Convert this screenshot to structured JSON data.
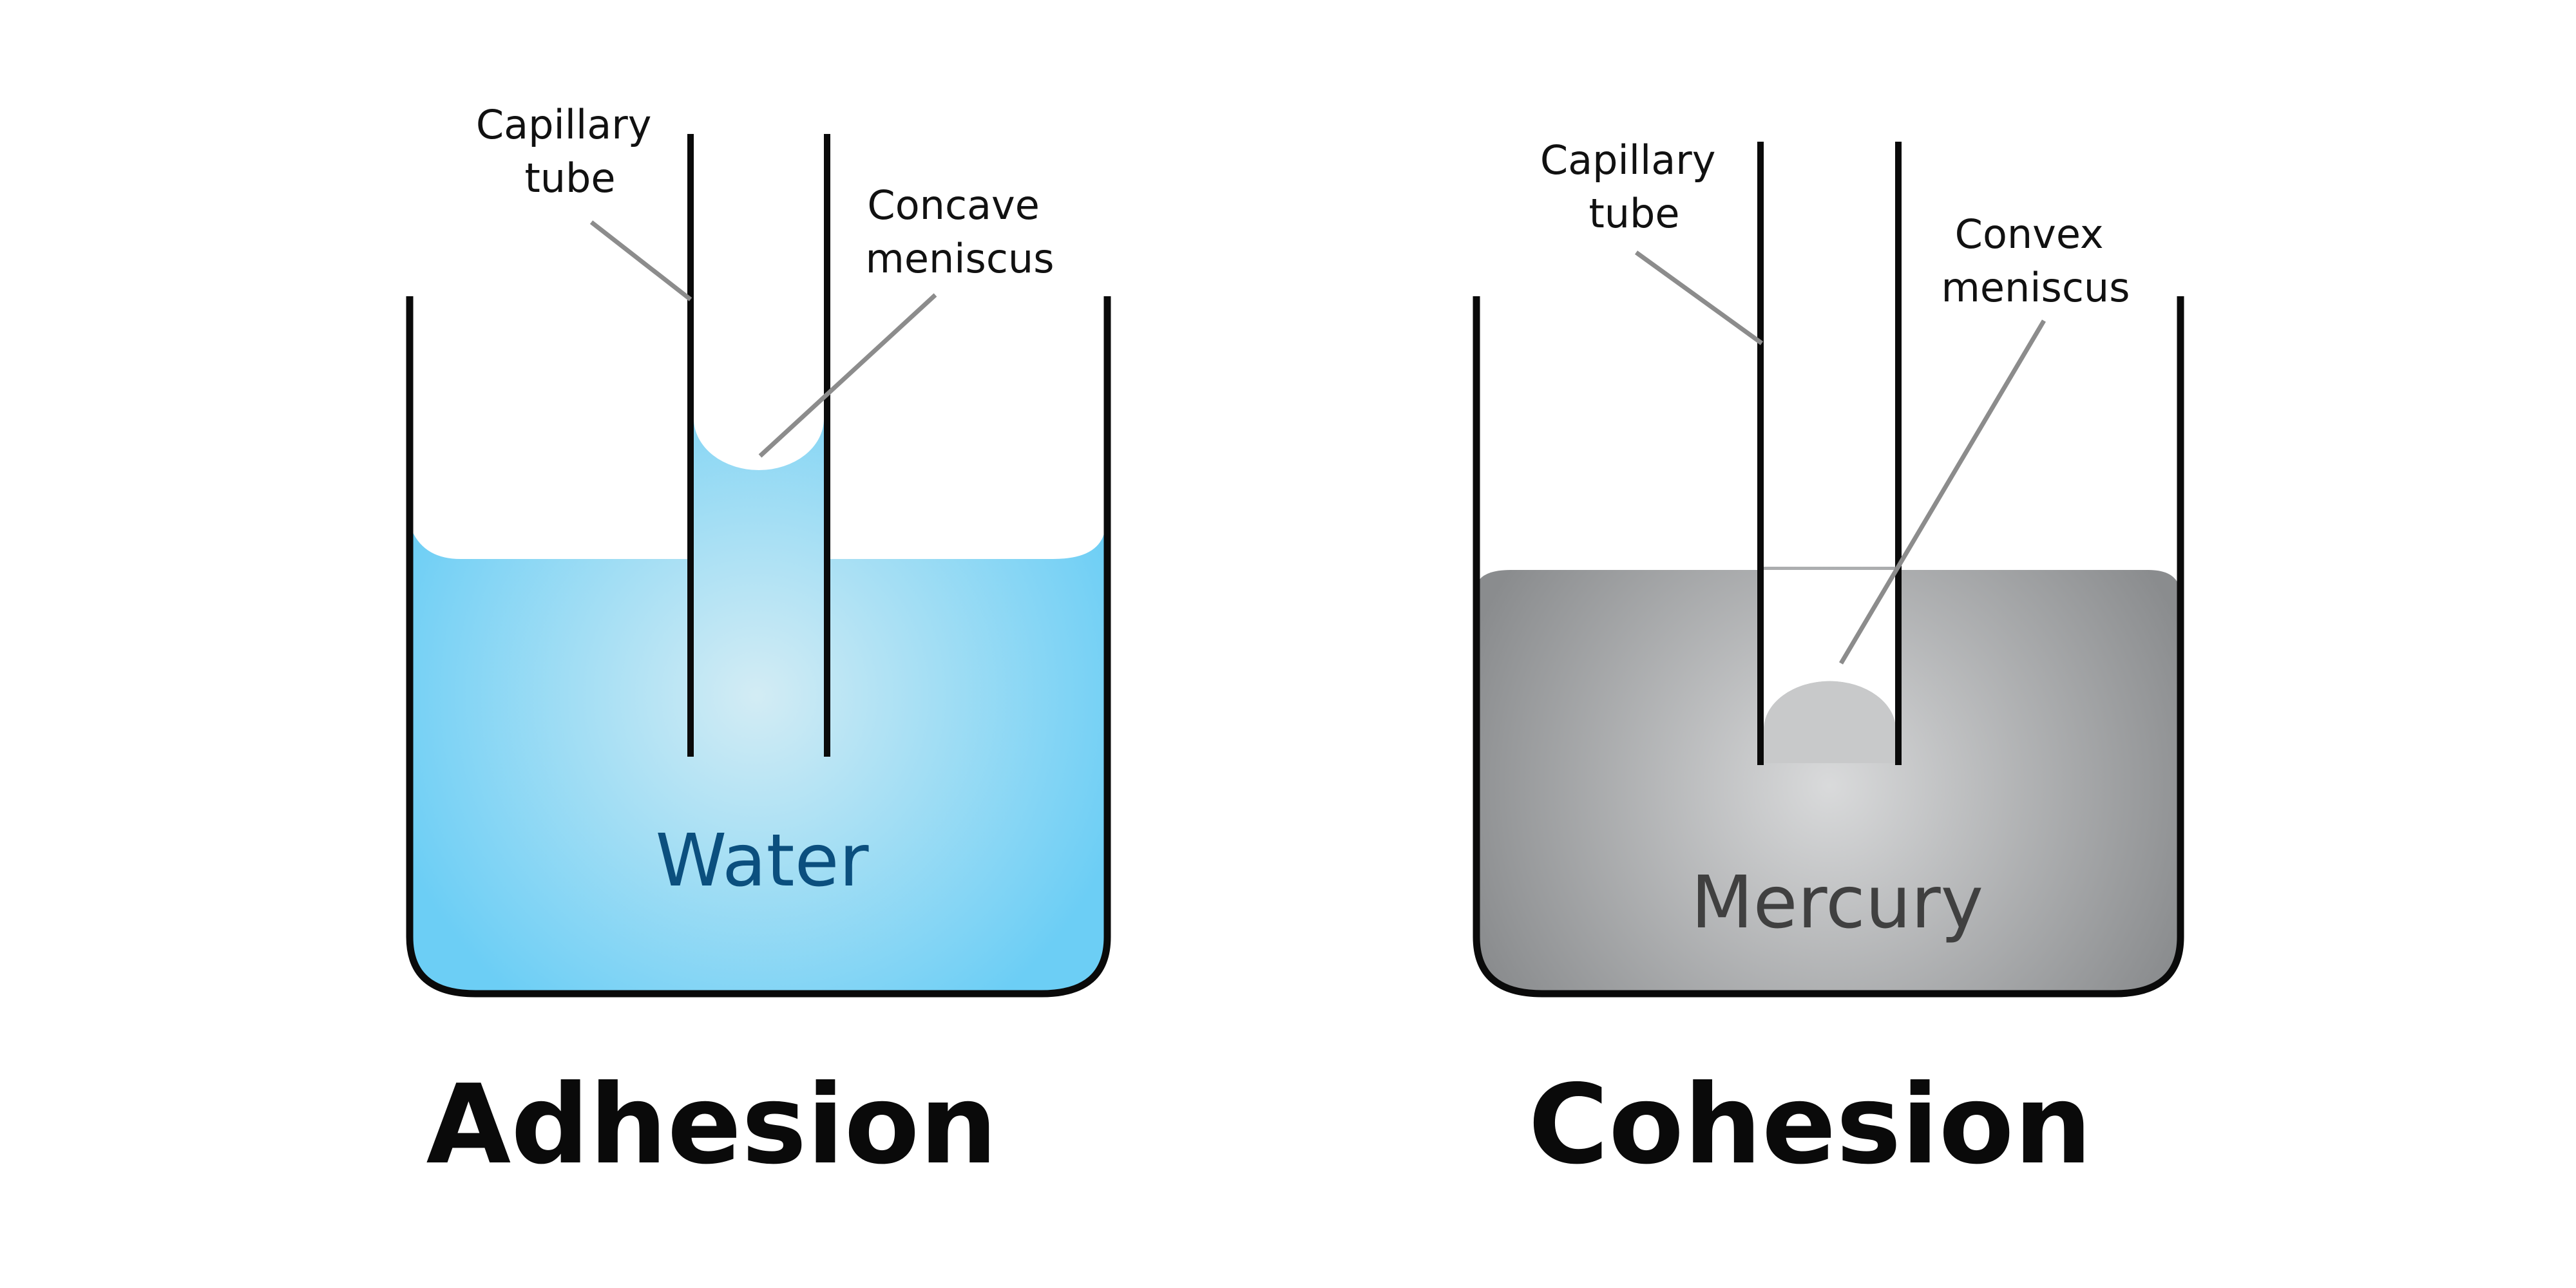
{
  "panels": {
    "adhesion": {
      "title": "Adhesion",
      "liquid": "Water",
      "tube_label": [
        "Capillary",
        "tube"
      ],
      "meniscus_label": [
        "Concave",
        "meniscus"
      ],
      "liquid_color": "#6cceF5",
      "liquid_center_color": "#d3ecf4",
      "liquid_text_color": "#0b4f7e"
    },
    "cohesion": {
      "title": "Cohesion",
      "liquid": "Mercury",
      "tube_label": [
        "Capillary",
        "tube"
      ],
      "meniscus_label": [
        "Convex",
        "meniscus"
      ],
      "liquid_color": "#8a8c8e",
      "liquid_center_color": "#d9dadb",
      "liquid_text_color": "#404040"
    }
  }
}
